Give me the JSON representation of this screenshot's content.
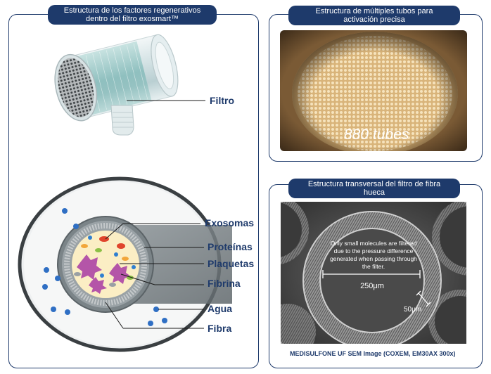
{
  "left_panel": {
    "title_line1": "Estructura de los factores regenerativos",
    "title_line2": "dentro del filtro exosmart™",
    "labels": {
      "filtro": "Filtro",
      "exosomas": "Exosomas",
      "proteinas": "Proteínas",
      "plaquetas": "Plaquetas",
      "fibrina": "Fibrina",
      "agua": "Agua",
      "fibra": "Fibra"
    }
  },
  "top_right_panel": {
    "title_line1": "Estructura de múltiples tubos para",
    "title_line2": "activación precisa",
    "tubes_text": "880 tubes"
  },
  "bottom_right_panel": {
    "title_line1": "Estructura transversal del filtro de fibra",
    "title_line2": "hueca",
    "sem_note_lines": [
      "Only small molecules are filtered",
      "due to the pressure difference",
      "generated when passing through",
      "the filter."
    ],
    "measure_large": "250μm",
    "measure_small": "50μm",
    "caption": "MEDISULFONE UF SEM Image (COXEM, EM30AX 300x)"
  }
}
